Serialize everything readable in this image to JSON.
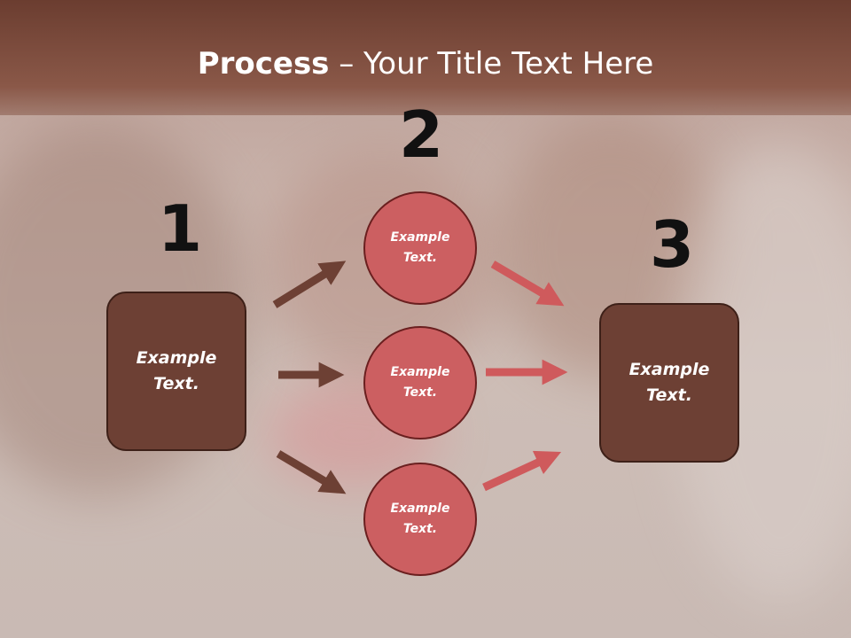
{
  "title": {
    "bold": "Process",
    "rest": " – Your Title Text Here"
  },
  "steps": [
    "1",
    "2",
    "3"
  ],
  "left_box": "Example\nText.",
  "right_box": "Example\nText.",
  "circles": [
    "Example\nText.",
    "Example\nText.",
    "Example\nText."
  ],
  "colors": {
    "box": "#6d4034",
    "circle": "#cc5f61",
    "arrow_left": "#6d4034",
    "arrow_right": "#cf5a5c",
    "title_band": "#7a4a3c"
  }
}
